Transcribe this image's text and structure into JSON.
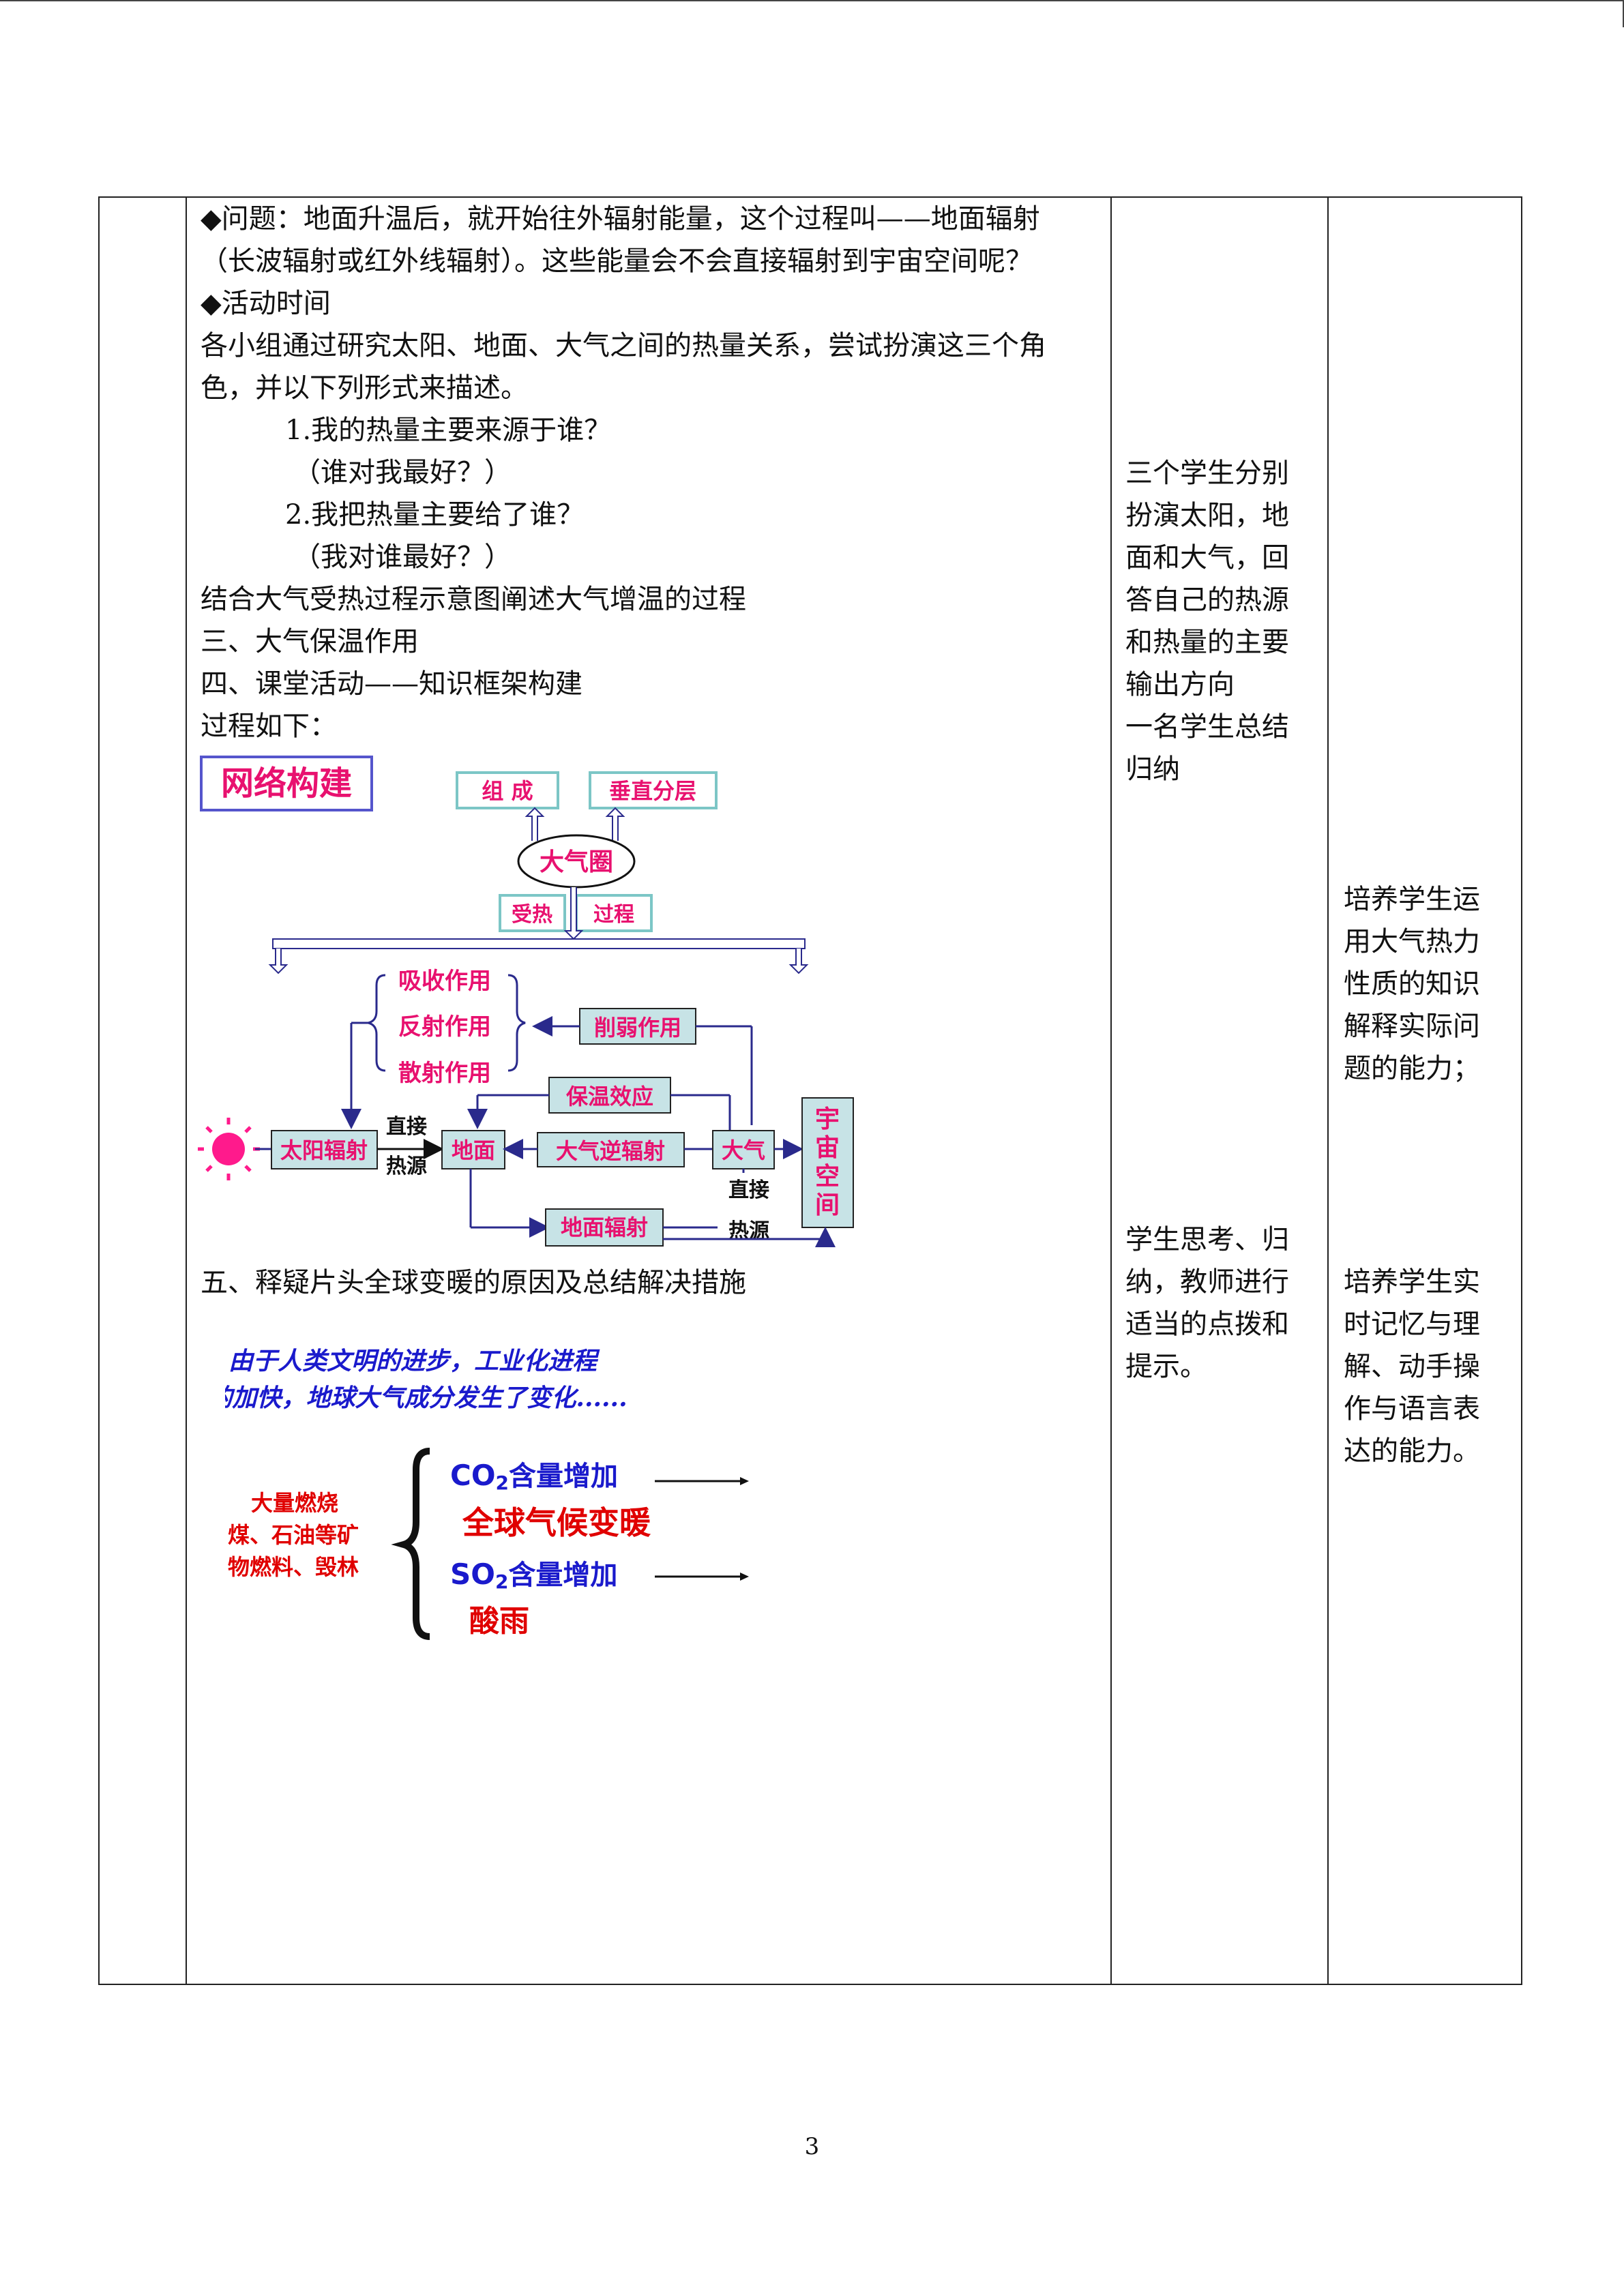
{
  "main": {
    "lines": [
      "◆问题：地面升温后，就开始往外辐射能量，这个过程叫——地面辐射",
      "（长波辐射或红外线辐射）。这些能量会不会直接辐射到宇宙空间呢？",
      "◆活动时间",
      "各小组通过研究太阳、地面、大气之间的热量关系，尝试扮演这三个角",
      "色，并以下列形式来描述。",
      "1.我的热量主要来源于谁？",
      "（谁对我最好？）",
      "2.我把热量主要给了谁？",
      "（我对谁最好？）",
      "结合大气受热过程示意图阐述大气增温的过程",
      "三、大气保温作用",
      "四、课堂活动——知识框架构建",
      "过程如下："
    ],
    "section5": "五、释疑片头全球变暖的原因及总结解决措施"
  },
  "diagram": {
    "title": "网络构建",
    "zucheng": "组 成",
    "chuizhi": "垂直分层",
    "daqiquan": "大气圈",
    "shoure": "受热",
    "guocheng": "过程",
    "xishou": "吸收作用",
    "fanshe": "反射作用",
    "sanshe": "散射作用",
    "xueruo": "削弱作用",
    "baowen": "保温效应",
    "taiyang": "太阳辐射",
    "zhijie1": "直接",
    "reyuan1": "热源",
    "dimian": "地面",
    "niifushe": "大气逆辐射",
    "daqi": "大气",
    "zhijie2": "直接",
    "reyuan2": "热源",
    "yuzhou": [
      "宇",
      "宙",
      "空",
      "间"
    ],
    "dimianfushe": "地面辐射"
  },
  "cause": {
    "intro1": "由于人类文明的进步，工业化进程",
    "intro2": "的加快，地球大气成分发生了变化......",
    "left1": "大量燃烧",
    "left2": "煤、石油等矿",
    "left3": "物燃料、毁林",
    "co2_a": "CO",
    "co2_b": "2",
    "co2_c": "含量增加",
    "result1": "全球气候变暖",
    "so2_a": "SO",
    "so2_b": "2",
    "so2_c": "含量增加",
    "result2": "酸雨"
  },
  "col3": {
    "block1": [
      "三个学生分别",
      "扮演太阳，地",
      "面和大气，回",
      "答自己的热源",
      "和热量的主要",
      "输出方向",
      "一名学生总结",
      "归纳"
    ],
    "block2": [
      "学生思考、归",
      "纳，教师进行",
      "适当的点拨和",
      "提示。"
    ]
  },
  "col4": {
    "block1": [
      "培养学生运",
      "用大气热力",
      "性质的知识",
      "解释实际问",
      "题的能力；"
    ],
    "block2": [
      "培养学生实",
      "时记忆与理",
      "解、动手操",
      "作与语言表",
      "达的能力。"
    ]
  },
  "page_number": "3",
  "colors": {
    "pink": "#e8116f",
    "box_bg": "#c7e3e6",
    "navy": "#2a2a8c",
    "blue_text": "#1a1acc",
    "red_text": "#e00000",
    "sun": "#ff1a8c"
  }
}
